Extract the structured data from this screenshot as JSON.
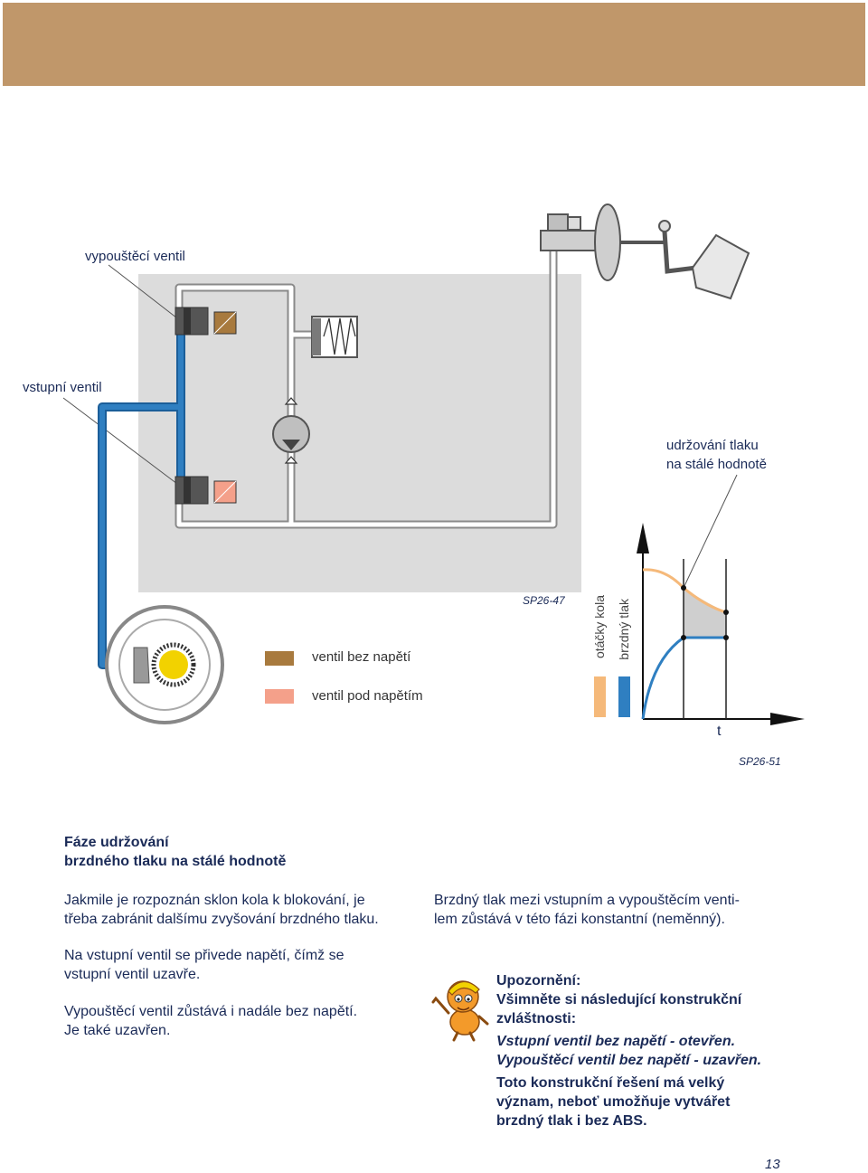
{
  "header": {
    "banner_color": "#c0976a"
  },
  "diagram": {
    "label_outlet_valve": "vypouštěcí ventil",
    "label_inlet_valve": "vstupní ventil",
    "figure_code_1": "SP26-47",
    "legend": [
      {
        "label": "ventil bez napětí",
        "color": "#a87a3e"
      },
      {
        "label": "ventil pod napětím",
        "color": "#f4a08a"
      }
    ],
    "hydraulic_color": "#2f7fc1",
    "background_color": "#dcdcdc"
  },
  "graph": {
    "annotation_line1": "udržování tlaku",
    "annotation_line2": "na stálé hodnotě",
    "series_wheel_speed": "otáčky kola",
    "series_brake_pressure": "brzdný tlak",
    "axis_t": "t",
    "figure_code_2": "SP26-51",
    "wheel_color": "#f5b97a",
    "pressure_color": "#2f7fc1"
  },
  "text": {
    "heading_line1": "Fáze udržování",
    "heading_line2": "brzdného tlaku na stálé hodnotě",
    "para1_line1": "Jakmile je rozpoznán sklon kola k blokování, je",
    "para1_line2": "třeba zabránit dalšímu zvyšování brzdného tlaku.",
    "para2_line1": "Na vstupní ventil se přivede napětí, čímž se",
    "para2_line2": "vstupní ventil uzavře.",
    "para3_line1": "Vypouštěcí ventil zůstává i nadále bez napětí.",
    "para3_line2": "Je také uzavřen.",
    "right_line1": "Brzdný tlak mezi vstupním a vypouštěcím venti-",
    "right_line2": "lem zůstává v této fázi konstantní (neměnný).",
    "note_title": "Upozornění:",
    "note_line1": "Všimněte si následující konstrukční",
    "note_line2": "zvláštnosti:",
    "note_italic1": "Vstupní ventil bez napětí - otevřen.",
    "note_italic2": "Vypouštěcí ventil bez napětí - uzavřen.",
    "note_line3": "Toto konstrukční řešení má velký",
    "note_line4": "význam, neboť umožňuje vytvářet",
    "note_line5": "brzdný tlak i bez ABS."
  },
  "page_number": "13"
}
